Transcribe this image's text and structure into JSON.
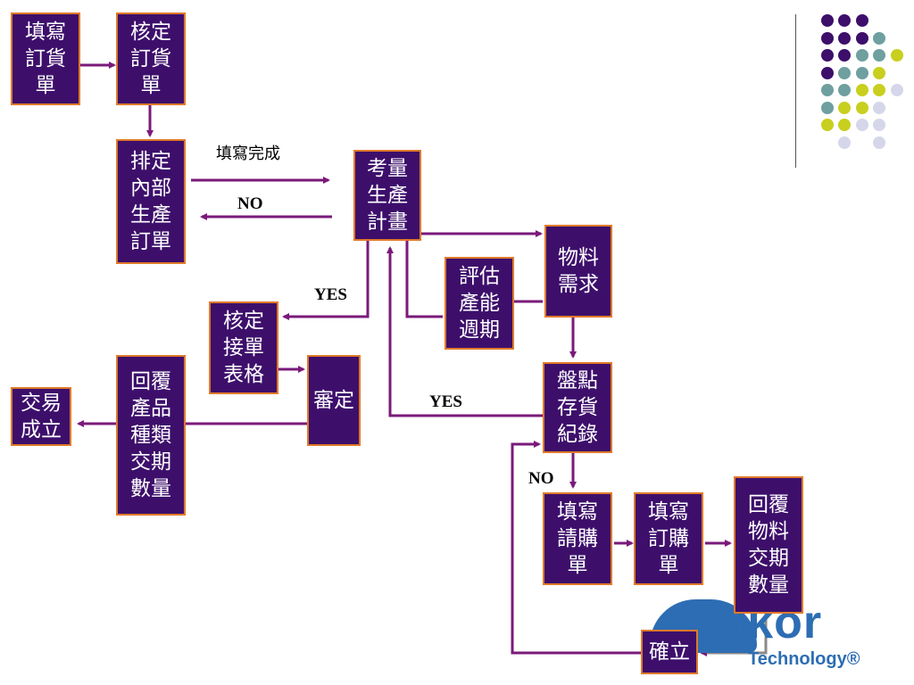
{
  "nodes": {
    "fill_order": "填寫\n訂貨\n單",
    "verify_order": "核定\n訂貨\n單",
    "schedule_internal": "排定\n內部\n生產\n訂單",
    "consider_plan": "考量\n生產\n計畫",
    "material_need": "物料\n需求",
    "eval_capacity": "評估\n產能\n週期",
    "verify_accept": "核定\n接單\n表格",
    "review": "審定",
    "reply_product": "回覆\n產品\n種類\n交期\n數量",
    "deal_done": "交易\n成立",
    "inventory": "盤點\n存貨\n紀錄",
    "fill_request": "填寫\n請購\n單",
    "fill_purchase": "填寫\n訂購\n單",
    "reply_material": "回覆\n物料\n交期\n數量",
    "confirm": "確立"
  },
  "labels": {
    "filled": "填寫完成",
    "no_top": "NO",
    "yes_left": "YES",
    "yes_mid": "YES",
    "no_bottom": "NO"
  },
  "logo": {
    "word": "mkor",
    "sub": "Technology®"
  },
  "colors": {
    "node_fill": "#3d0f6b",
    "node_border": "#e07a2a",
    "arrow": "#7a1a7a",
    "dot_purple": "#3d0f6b",
    "dot_teal": "#6f9f9f",
    "dot_yellow": "#c9cf1e",
    "dot_lavender": "#d6d6ea"
  }
}
